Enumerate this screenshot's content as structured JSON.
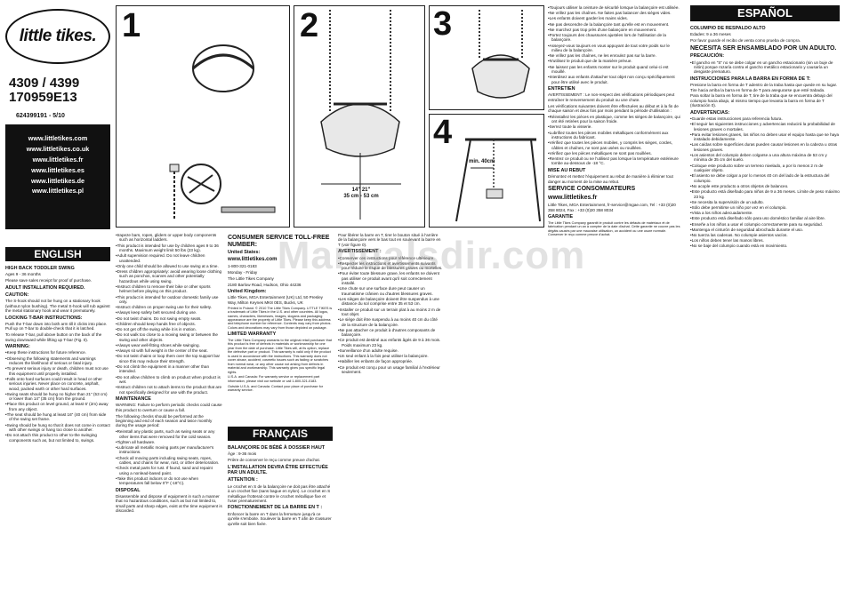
{
  "brand": "little tikes.",
  "model_line1": "4309 / 4399",
  "model_line2": "170959E13",
  "part_number": "624399191 - 5/10",
  "websites": [
    "www.littletikes.com",
    "www.littletikes.co.uk",
    "www.littletikes.fr",
    "www.littletikes.es",
    "www.littletikes.de",
    "www.littletikes.pl"
  ],
  "watermark": "Manualsdir.com",
  "steps": {
    "s1": "1",
    "s2": "2",
    "s3": "3",
    "s4": "4",
    "dim_seat": "14\" 21\"\n35 cm - 53 cm",
    "dim_ground": "min. 40cm"
  },
  "english": {
    "lang": "ENGLISH",
    "title": "HIGH BACK TODDLER SWING",
    "ages": "Ages 9 - 36 months",
    "keep": "Please save sales receipt for proof of purchase.",
    "adult": "ADULT INSTALLATION REQUIRED.",
    "caution": "CAUTION:",
    "c1": "The S-hook should not be hung on a stationary hook (without nylon bushing). The metal S-hook will rub against the metal stationary hook and wear it prematurely.",
    "lock_head": "LOCKING T-BAR INSTRUCTIONS:",
    "lock1": "Push the T-bar down into both arm till it clicks into place. Pull up on T-bar to double-check that it is latched.",
    "lock2": "To release T-bar, pull above button on the back of the swing downward while lifting up T-bar (Fig. 0).",
    "warn_head": "WARNING:",
    "w_items": [
      "Keep these instructions for future reference.",
      "Observing the following statements and warnings reduces the likelihood of serious or fatal injury.",
      "To prevent serious injury or death, children must not use this equipment until properly installed.",
      "Falls onto hard surfaces could result in head or other serious injuries. Never place on concrete, asphalt, wood, packed earth or other hard surfaces.",
      "Swing seats should be hung no higher than 21\" (53 cm) or lower than 14\" (35 cm) from the ground.",
      "Place this product on level ground, at least 6' (2m) away from any object.",
      "The seat should be hung at least 16\" (40 cm) from side of the swing set frame.",
      "Swing should be hung so that it does not come in contact with other swings or hang too close to another.",
      "Do not attach this product to other to-the swinging components such as, but not limited to, swings."
    ],
    "mid_items": [
      "trapeze bars, ropes, gliders or upper body components such as horizontal ladders.",
      "This product is intended for use by children ages 9 to 36 months. Maximum weight limit 50 lbs (23 kg).",
      "Adult supervision required. Do not leave children unattended.",
      "Only one child should be allowed to use swing at a time.",
      "Dress children appropriately: avoid wearing loose clothing such as ponchos, scarves and other potentially hazardous while using swing.",
      "Instruct children to remove their bike or other sports helmet before playing on this product.",
      "This product is intended for outdoor domestic family use only.",
      "Instruct children on proper swing use for their safety.",
      "Always keep safety belt secured during use.",
      "Do not twist chains. Do not swing empty seats.",
      "Children should keep hands free of objects.",
      "Do not get off the swing while it is in motion.",
      "Do not walk too close to a moving swing or between the swing and other objects.",
      "Always wear well-fitting shoes while swinging.",
      "Always sit with full weight in the center of the seat.",
      "Do not twist chains or loop them over the top support bar since this may reduce their strength.",
      "Do not climb the equipment in a manner other than intended.",
      "Do not allow children to climb on product when product is wet.",
      "Instruct children not to attach items to the product that are not specifically designed for use with the product."
    ],
    "maint_head": "MAINTENANCE",
    "maint": "WARNING: Failure to perform periodic checks could cause this product to overturn or cause a fall.",
    "maint2": "The following checks should be performed at the beginning and end of each season and twice monthly during the usage period:",
    "maint_items": [
      "Reinstall any plastic parts, such as swing seats or any other items that were removed for the cold season.",
      "Tighten all hardware.",
      "Lubricate all metallic moving parts per manufacturer's instructions.",
      "Check all moving parts including swing seats, ropes, cables, and chains for wear, rust, or other deterioration.",
      "Check metal parts for rust. If found, sand and repaint using a nonlead-based paint.",
      "Take this product indoors or do not use when temperatures fall below 0°F (-18°C)."
    ],
    "disp_head": "DISPOSAL",
    "disp": "Disassemble and dispose of equipment in such a manner that no hazardous conditions, such as but not limited to, small parts and sharp edges, exist at the time equipment is discarded."
  },
  "consumer": {
    "head": "CONSUMER SERVICE TOLL-FREE NUMBER:",
    "us": "United States:",
    "url": "www.littletikes.com",
    "phone": "1-800-321-0183",
    "hours": "Monday - Friday",
    "co": "The Little Tikes Company",
    "addr": "2180 Barlow Road, Hudson, Ohio 44236",
    "uk_head": "United Kingdom:",
    "uk": "Little Tikes, MGA Entertainment (UK) Ltd, 50 Presley Way, Milton Keynes MK8 0ES, Bucks, UK",
    "legal": "Printed in Poland. © 2010 The Little Tikes Company. LITTLE TIKES is a trademark of Little Tikes in the U.S. and other countries. All logos, names, characters, likenesses, images, slogans and packaging appearance are the property of Little Tikes. Please keep this address and telephone number for reference. Contents may vary from photos. Colors and decorations may vary from those depicted on package.",
    "lw_head": "LIMITED WARRANTY",
    "lw": "The Little Tikes Company warrants to the original retail purchaser that this product is free of defects in materials or workmanship for one year from the date of purchase. Little Tikes will, at its option, replace the defective part or product. This warranty is valid only if the product is used in accordance with the instructions. This warranty does not cover abuse, accident, cosmetic issues such as fading or scratches from normal wear, or any other cause not arising from defects in material and workmanship. This warranty gives you specific legal rights.",
    "us_out": "U.S.A. and Canada: For warranty service or replacement part information, please visit our website or call 1-800-321-0183.",
    "out": "Outside U.S.A. and Canada: Contact your place of purchase for warranty service."
  },
  "francais": {
    "lang": "FRANÇAIS",
    "title": "BALANÇOIRE DE BÉBÉ À DOSSIER HAUT",
    "ages": "Âge : 9-36 mois",
    "keep": "Prière de conserver le reçu comme preuve d'achat.",
    "adult": "L'INSTALLATION DEVRA ÊTRE EFFECTUÉE PAR UN ADULTE.",
    "att": "ATTENTION :",
    "att1": "Le crochet en S de la balançoire ne doit pas être attaché à un crochet fixe (sans bague en nylon). Le crochet en S métallique frotterait contre le crochet métallique fixe et l'user prematurement.",
    "tbar_head": "FONCTIONNEMENT DE LA BARRE EN T :",
    "tbar": "Enfoncer la barre en T dans la fermeture jusqu'à ce qu'elle s'emboite. Soulever la barre en T afin de s'assurer qu'elle soit bien fixée.",
    "tbar2": "Pour libérer la barre en T, tirer le bouton situé à l'arrière de la balançoire vers le bas tout en soulevant la barre en T (voir figure 0).",
    "avert_head": "AVERTISSEMENT :",
    "f_items": [
      "Conserver ces instructions pour référence ultérieure.",
      "Respecter les instructions et avertissements suivants pour réduire le risque de blessures graves ou mortelles.",
      "Pour éviter toute blessure grave, les enfants ne doivent pas utiliser ce produit avant qu'il soit correctement installé.",
      "Une chute sur une surface dure peut causer un traumatisme crânien ou d'autres blessures graves.",
      "Les sièges de balançoire doivent être suspendus à une distance du sol comprise entre 35 et 53 cm.",
      "Installer ce produit sur un terrain plat à au moins 2 m de tout objet.",
      "Le siège doit être suspendu à au moins 40 cm du côté de la structure de la balançoire.",
      "Ne pas attacher ce produit à d'autres composants de balançoire.",
      "Ce produit est destiné aux enfants âgés de 9 à 36 mois. Poids maximum 23 kg.",
      "Surveillance d'un adulte requise.",
      "Un seul enfant à la fois peut utiliser la balançoire.",
      "Habiller les enfants de façon appropriée.",
      "Ce produit est conçu pour un usage familial à l'extérieur seulement."
    ],
    "f2_items": [
      "Toujours utiliser la ceinture de sécurité lorsque la balançoire est utilisée.",
      "Ne vrillez pas les chaînes. Ne faites pas balancer des sièges vides.",
      "Les enfants doivent garder les mains vides.",
      "Ne pas descendre de la balançoire tant qu'elle est en mouvement.",
      "Ne marchez pas trop près d'une balançoire en mouvement.",
      "Portez toujours des chaussures ajustées lors de l'utilisation de la balançoire.",
      "Asseyez-vous toujours en vous appuyant de tout votre poids sur le milieu de la balançoire.",
      "Ne vrillez pas les chaînes, ne les enroulez pas sur la barre.",
      "N'utilisez le produit que de la manière prévue.",
      "Ne laissez pas les enfants monter sur le produit quand celui-ci est mouillé.",
      "Interdisez aux enfants d'attacher tout objet non conçu spécifiquement pour être utilisé avec le produit."
    ],
    "entretien_head": "ENTRETIEN",
    "entretien": "AVERTISSEMENT : Le non-respect des vérifications périodiques peut entraîner le renversement du produit ou une chute.",
    "entretien2": "Les vérifications suivantes doivent être effectuées au début et à la fin de chaque saison et deux fois par mois pendant la période d'utilisation :",
    "e_items": [
      "Réinstallez les pièces en plastique, comme les sièges de balançoire, qui ont été retirées pour la saison froide.",
      "Serrez toute la visserie.",
      "Lubrifiez toutes les pièces mobiles métalliques conformément aux instructions du fabricant.",
      "Vérifiez que toutes les pièces mobiles, y compris les sièges, cordes, câbles et chaînes, ne sont pas usées ou rouillées.",
      "Vérifiez que les pièces métalliques ne sont pas rouillées.",
      "Rentrez ce produit ou ne l'utilisez pas lorsque la température extérieure tombe au-dessous de -18 °C."
    ],
    "mise_head": "MISE AU REBUT",
    "mise": "Démontez et mettez l'équipement au rebut de manière à éliminer tout danger au moment de la mise au rebut.",
    "svc_head": "SERVICE CONSOMMATEURS",
    "svc_url": "www.littletikes.fr",
    "svc": "Little Tikes, MGA Entertainment, fr-service@mgae.com, Tel : +33 (0)20 358 8024, Fax : +33 (0)20 358 8034",
    "garantie_head": "GARANTIE",
    "garantie": "The Little Tikes Company garantit le produit contre les défauts de matériaux et de fabrication pendant un an à compter de la date d'achat. Cette garantie ne couvre pas les dégâts causés par une mauvaise utilisation, un accident ou une usure normale. Conserver le reçu comme preuve d'achat."
  },
  "espanol": {
    "lang": "ESPAÑOL",
    "title": "COLUMPIO DE RESPALDO ALTO",
    "ages": "Edades: 9 a 36 meses",
    "keep": "Por favor guarde el recibo de venta como prueba de compra.",
    "adult": "NECESITA SER ENSAMBLADO POR UN ADULTO.",
    "prec": "PRECAUCIÓN:",
    "prec1": "El gancho en \"S\" no se debe colgar en un gancho estacionario (sin un buje de nilón) porque rozaría contra el gancho metálico estacionario y causaría un desgaste prematuro.",
    "tbar_head": "INSTRUCCIONES PARA LA BARRA EN FORMA DE T:",
    "tbar": "Presione la barra en forma de T adentro de la traba hasta que quede en su lugar. Tire hacia arriba la barra en forma de T para asegurarse que esté trabada.",
    "tbar2": "Para soltar la barra en forma de T, tire de la traba que se encuentra debajo del columpio hacia abajo, al mismo tiempo que levanta la barra en forma de T (Ilustración 0).",
    "adv_head": "ADVERTENCIAS:",
    "s_items": [
      "Guarde estas instrucciones para referencia futura.",
      "El seguir las siguientes instrucciones y advertencias reducirá la probabilidad de lesiones graves o mortales.",
      "Para evitar lesiones graves, los niños no deben usar el equipo hasta que se haya instalado debidamente.",
      "Las caídas sobre superficies duras pueden causar lesiones en la cabeza u otras lesiones graves.",
      "Los asientos del columpio deben colgarse a una altura máxima de 53 cm y mínima de 35 cm del suelo.",
      "Coloque este producto sobre un terreno nivelado, a por lo menos 2 m de cualquier objeto.",
      "El asiento se debe colgar a por lo menos 40 cm del lado de la estructura del columpio.",
      "No acople este producto a otros objetos de balanceo.",
      "Este producto está diseñado para niños de 9 a 36 meses. Límite de peso máximo 23 kg.",
      "Se necesita la supervisión de un adulto.",
      "Sólo debe permitirse un niño por vez en el columpio.",
      "Vista a los niños adecuadamente.",
      "Este producto está diseñado sólo para uso doméstico familiar al aire libre.",
      "Enseñe a los niños a usar el columpio correctamente para su seguridad.",
      "Mantenga el cinturón de seguridad abrochado durante el uso.",
      "No tuerza las cadenas. No columpie asientos vacíos.",
      "Los niños deben tener las manos libres.",
      "No se baje del columpio cuando está en movimiento."
    ]
  }
}
